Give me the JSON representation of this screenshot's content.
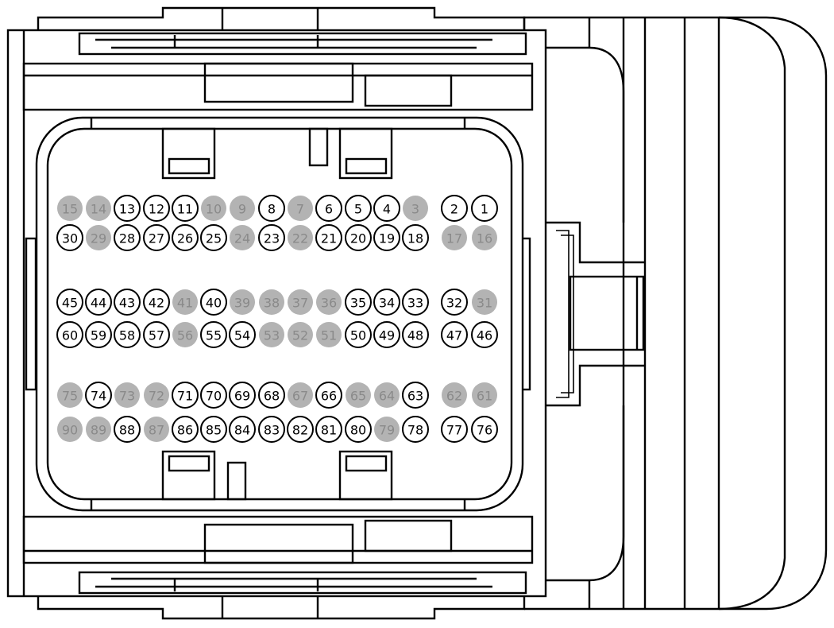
{
  "colors": {
    "populated": "#ffffff",
    "empty": "#b3b3b3",
    "outline": "#000000",
    "empty_text": "#8a8a8a",
    "populated_text": "#000000"
  },
  "pin_rows": [
    {
      "pins": [
        "15",
        "14",
        "13",
        "12",
        "11",
        "10",
        "9",
        "8",
        "7",
        "6",
        "5",
        "4",
        "3",
        "2",
        "1"
      ],
      "empty": [
        "15",
        "14",
        "10",
        "9",
        "7",
        "3"
      ]
    },
    {
      "pins": [
        "30",
        "29",
        "28",
        "27",
        "26",
        "25",
        "24",
        "23",
        "22",
        "21",
        "20",
        "19",
        "18",
        "17",
        "16"
      ],
      "empty": [
        "29",
        "24",
        "22",
        "17",
        "16"
      ]
    },
    {
      "pins": [
        "45",
        "44",
        "43",
        "42",
        "41",
        "40",
        "39",
        "38",
        "37",
        "36",
        "35",
        "34",
        "33",
        "32",
        "31"
      ],
      "empty": [
        "41",
        "39",
        "38",
        "37",
        "36",
        "31"
      ]
    },
    {
      "pins": [
        "60",
        "59",
        "58",
        "57",
        "56",
        "55",
        "54",
        "53",
        "52",
        "51",
        "50",
        "49",
        "48",
        "47",
        "46"
      ],
      "empty": [
        "56",
        "53",
        "52",
        "51"
      ]
    },
    {
      "pins": [
        "75",
        "74",
        "73",
        "72",
        "71",
        "70",
        "69",
        "68",
        "67",
        "66",
        "65",
        "64",
        "63",
        "62",
        "61"
      ],
      "empty": [
        "75",
        "73",
        "72",
        "67",
        "65",
        "64",
        "62",
        "61"
      ]
    },
    {
      "pins": [
        "90",
        "89",
        "88",
        "87",
        "86",
        "85",
        "84",
        "83",
        "82",
        "81",
        "80",
        "79",
        "78",
        "77",
        "76"
      ],
      "empty": [
        "90",
        "89",
        "87",
        "79"
      ]
    }
  ]
}
